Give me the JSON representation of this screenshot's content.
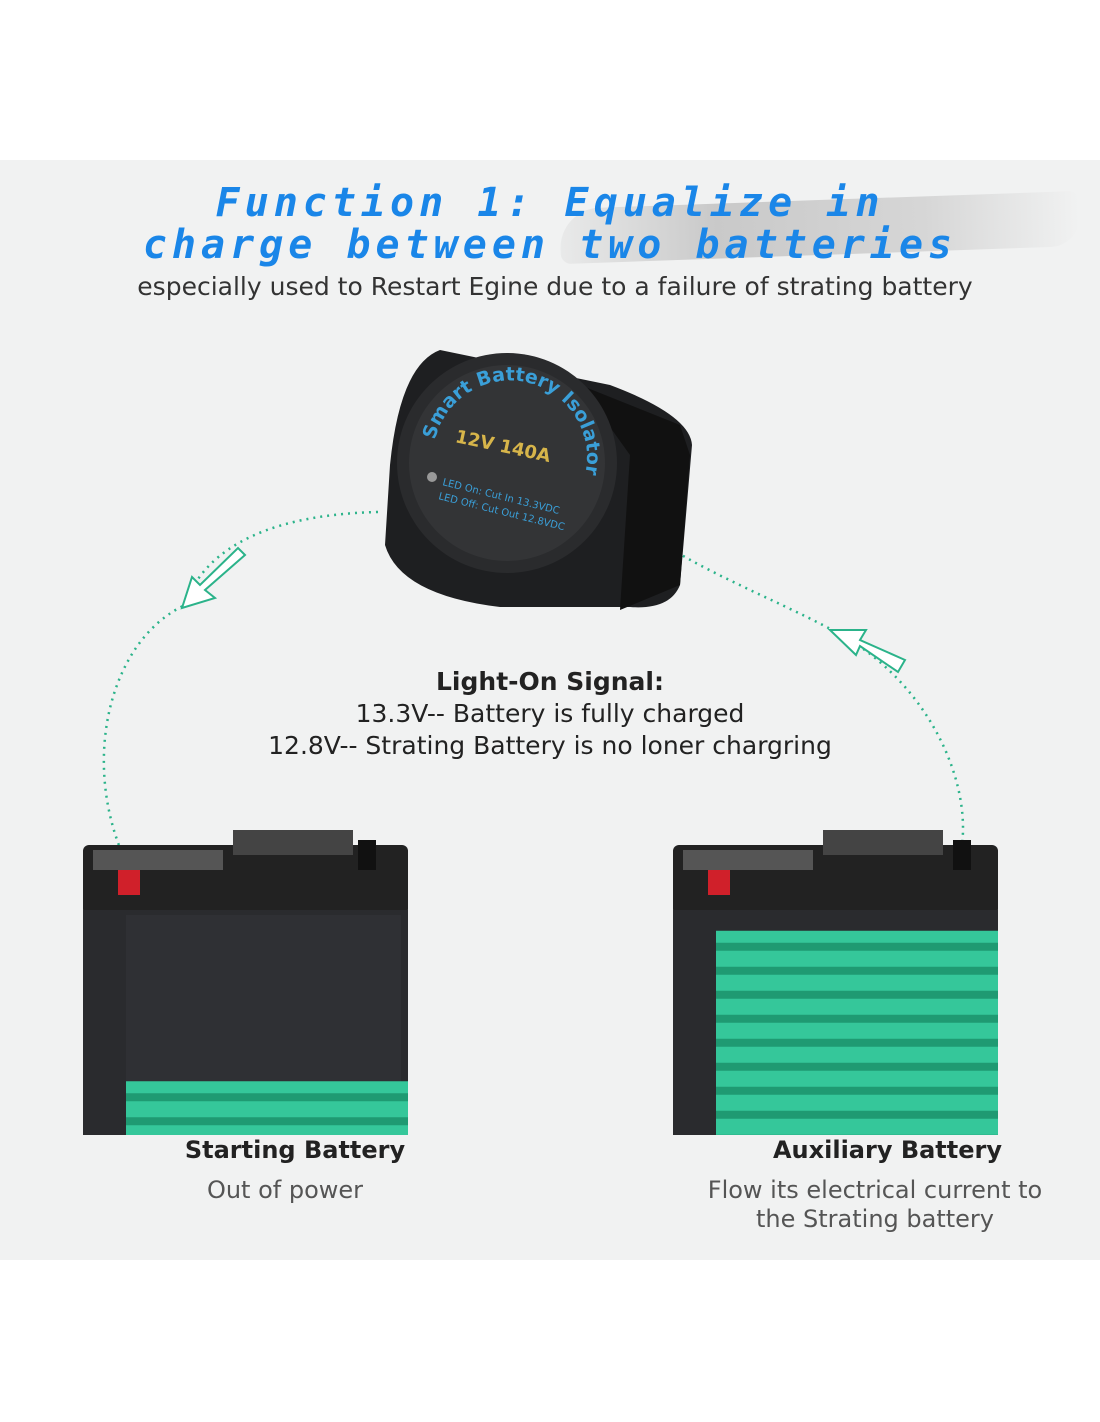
{
  "title": {
    "line1": "Function 1: Equalize in",
    "line2": "charge between two batteries"
  },
  "subtitle": "especially used to Restart Egine due to a failure of strating battery",
  "device": {
    "name": "Smart Battery Isolator",
    "rating": "12V  140A",
    "led_on": "LED On: Cut In 13.3VDC",
    "led_off": "LED Off: Cut Out 12.8VDC"
  },
  "signal": {
    "heading": "Light-On Signal:",
    "line1": "13.3V-- Battery is fully charged",
    "line2": "12.8V-- Strating Battery is no loner chargring"
  },
  "starting": {
    "title": "Starting Battery",
    "desc": "Out of power",
    "charge_level": 0.25
  },
  "auxiliary": {
    "title": "Auxiliary Battery",
    "desc1": "Flow its electrical current to",
    "desc2": "the Strating battery",
    "charge_level": 0.95
  },
  "colors": {
    "title": "#1a86e8",
    "flow": "#2bb38a",
    "charge": "#35c79a"
  }
}
